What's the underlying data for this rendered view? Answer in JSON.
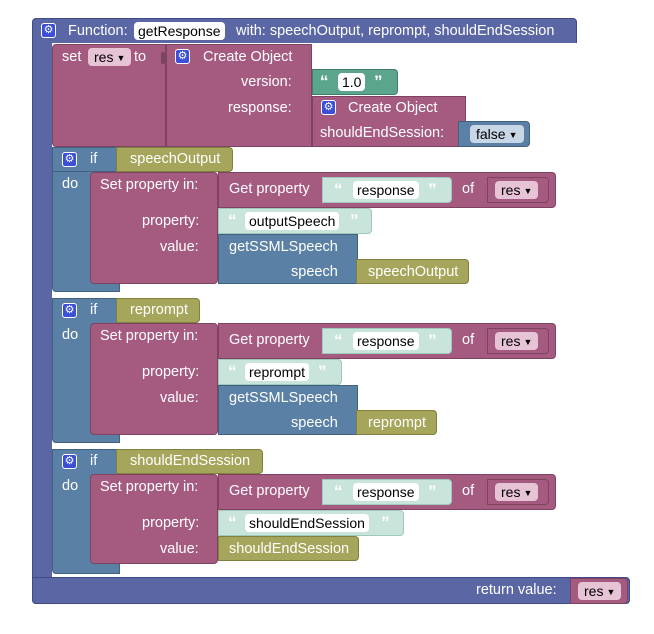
{
  "function": {
    "label": "Function:",
    "name": "getResponse",
    "with_text": "with: speechOutput, reprompt, shouldEndSession"
  },
  "set_block": {
    "set": "set",
    "variable": "res",
    "to": "to"
  },
  "create_object_outer": {
    "title": "Create Object",
    "version_label": "version:",
    "version_value": "1.0",
    "response_label": "response:"
  },
  "create_object_inner": {
    "title": "Create Object",
    "should_end_label": "shouldEndSession:",
    "should_end_value": "false"
  },
  "if_blocks": [
    {
      "if": "if",
      "do": "do",
      "condition": "speechOutput",
      "set_prop": "Set property in:",
      "get_prop": "Get property",
      "get_key": "response",
      "of": "of",
      "of_var": "res",
      "property_label": "property:",
      "property_value": "outputSpeech",
      "value_label": "value:",
      "value_fn": "getSSMLSpeech",
      "speech_label": "speech",
      "speech_var": "speechOutput"
    },
    {
      "if": "if",
      "do": "do",
      "condition": "reprompt",
      "set_prop": "Set property in:",
      "get_prop": "Get property",
      "get_key": "response",
      "of": "of",
      "of_var": "res",
      "property_label": "property:",
      "property_value": "reprompt",
      "value_label": "value:",
      "value_fn": "getSSMLSpeech",
      "speech_label": "speech",
      "speech_var": "reprompt"
    },
    {
      "if": "if",
      "do": "do",
      "condition": "shouldEndSession",
      "set_prop": "Set property in:",
      "get_prop": "Get property",
      "get_key": "response",
      "of": "of",
      "of_var": "res",
      "property_label": "property:",
      "property_value": "shouldEndSession",
      "value_label": "value:",
      "value_var": "shouldEndSession"
    }
  ],
  "return": {
    "label": "return value:",
    "variable": "res"
  },
  "colors": {
    "procedure": "#5b67a5",
    "variable": "#a55b80",
    "logic": "#5b80a5",
    "text": "#5ba58c",
    "param": "#a5a55b",
    "gear": "#3b4fd8"
  },
  "icons": {
    "mutator": "gear-icon",
    "dropdown": "chevron-down-icon",
    "quote_open": "open-quote-icon",
    "quote_close": "close-quote-icon"
  }
}
